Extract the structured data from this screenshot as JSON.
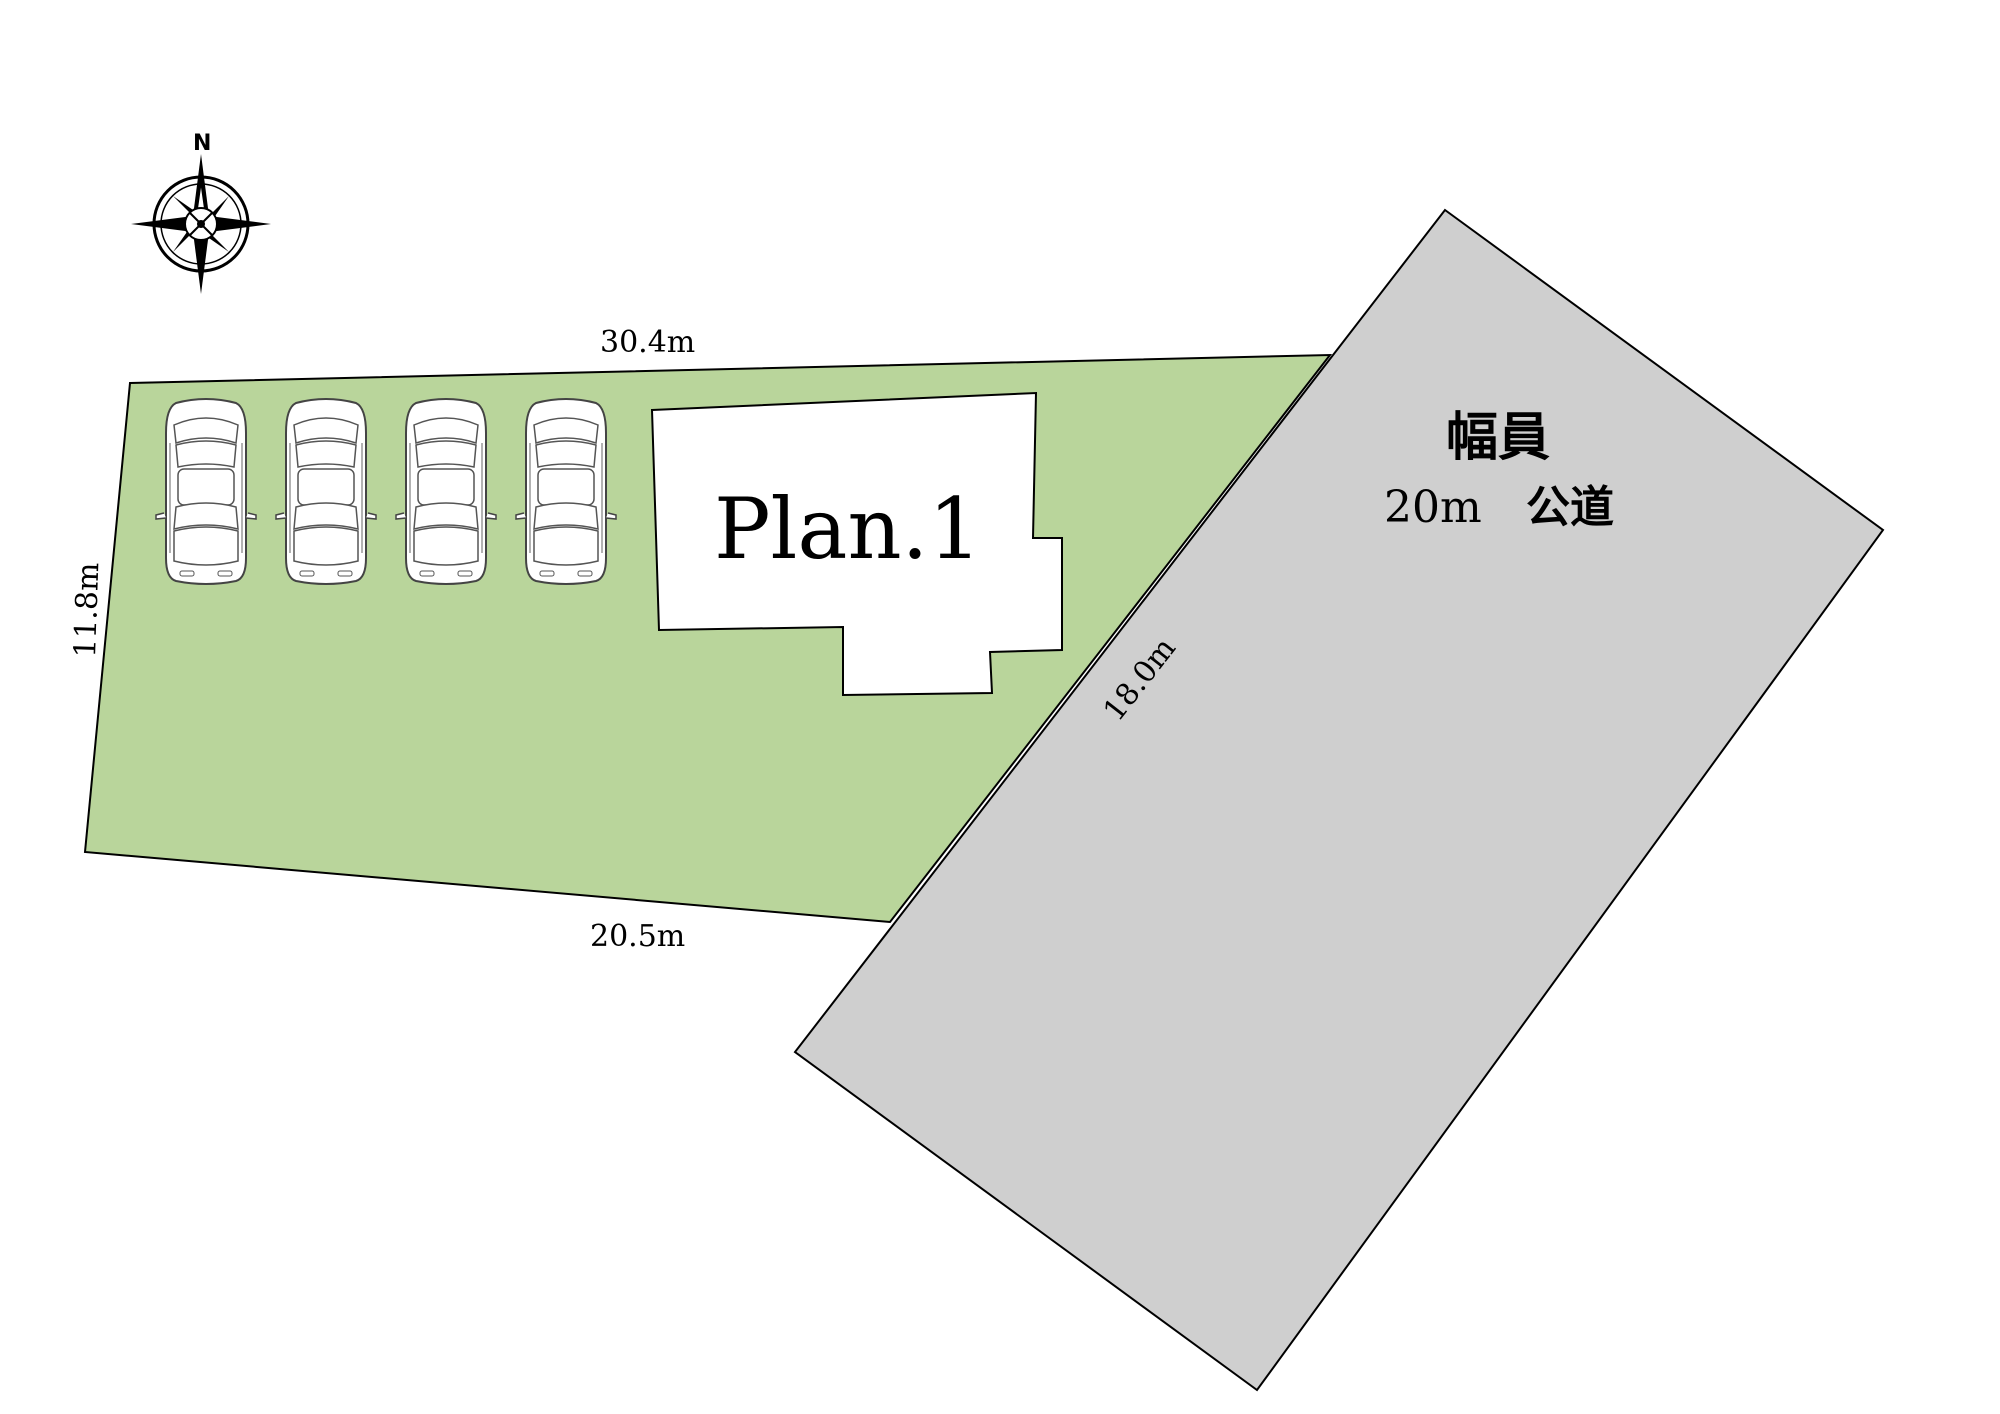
{
  "compass": {
    "north_label": "N",
    "icon": "compass-rose-icon"
  },
  "site": {
    "fill_color": "#b9d59b",
    "dimensions": {
      "top": "30.4m",
      "left": "11.8m",
      "bottom": "20.5m",
      "frontage": "18.0m"
    }
  },
  "building": {
    "label": "Plan.1",
    "fill_color": "#ffffff"
  },
  "parking": {
    "cars": [
      {
        "icon": "car-icon"
      },
      {
        "icon": "car-icon"
      },
      {
        "icon": "car-icon"
      },
      {
        "icon": "car-icon"
      }
    ]
  },
  "road": {
    "fill_color": "#cfcfcf",
    "title": "幅員",
    "width_value": "20m",
    "road_type": "公道"
  }
}
